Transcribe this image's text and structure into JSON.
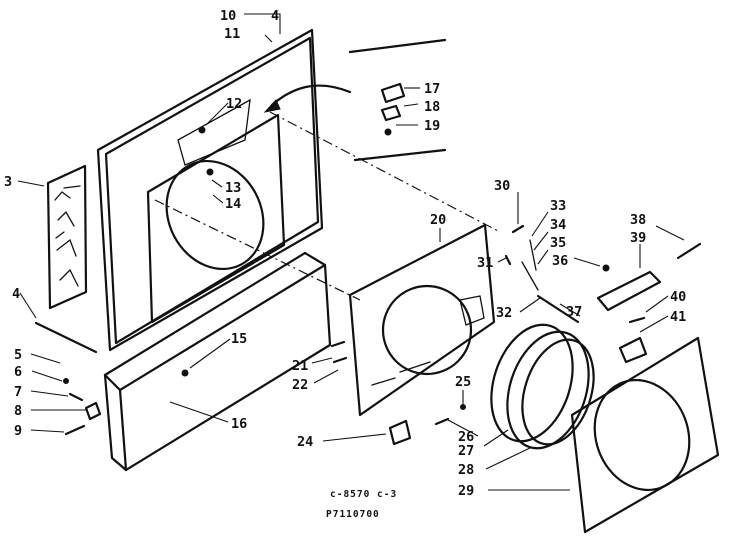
{
  "part_labels": {
    "p3": "3",
    "p4": "4",
    "p5": "5",
    "p6": "6",
    "p7": "7",
    "p8": "8",
    "p9": "9",
    "p10": "10",
    "p11": "11",
    "p12": "12",
    "p13": "13",
    "p14": "14",
    "p15": "15",
    "p16": "16",
    "p17": "17",
    "p18": "18",
    "p19": "19",
    "p20": "20",
    "p21": "21",
    "p22": "22",
    "p24": "24",
    "p25": "25",
    "p26": "26",
    "p27": "27",
    "p28": "28",
    "p29": "29",
    "p30": "30",
    "p31": "31",
    "p32": "32",
    "p33": "33",
    "p34": "34",
    "p35": "35",
    "p36": "36",
    "p37": "37",
    "p38": "38",
    "p39": "39",
    "p40": "40",
    "p41": "41"
  },
  "drawing_code": "c-8570 c-3",
  "diagram_number": "P7110700"
}
